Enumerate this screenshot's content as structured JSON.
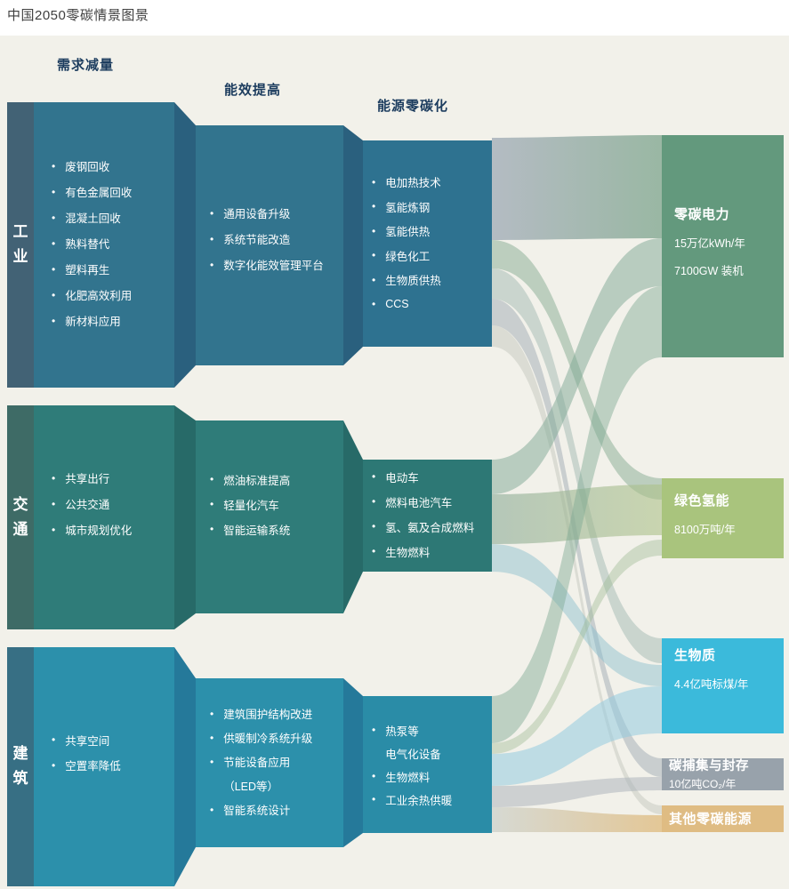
{
  "title": "中国2050零碳情景图景",
  "columns": {
    "demand": "需求减量",
    "efficiency": "能效提高",
    "zero_carbon": "能源零碳化"
  },
  "rows": [
    {
      "label": "工业",
      "demand": [
        "废钢回收",
        "有色金属回收",
        "混凝土回收",
        "熟料替代",
        "塑料再生",
        "化肥高效利用",
        "新材料应用"
      ],
      "efficiency": [
        "通用设备升级",
        "系统节能改造",
        "数字化能效管理平台"
      ],
      "zero_carbon": [
        "电加热技术",
        "氢能炼钢",
        "氢能供热",
        "绿色化工",
        "生物质供热",
        "CCS"
      ]
    },
    {
      "label": "交通",
      "demand": [
        "共享出行",
        "公共交通",
        "城市规划优化"
      ],
      "efficiency": [
        "燃油标准提高",
        "轻量化汽车",
        "智能运输系统"
      ],
      "zero_carbon": [
        "电动车",
        "燃料电池汽车",
        "氢、氨及合成燃料",
        "生物燃料"
      ]
    },
    {
      "label": "建筑",
      "demand": [
        "共享空间",
        "空置率降低"
      ],
      "efficiency": [
        "建筑围护结构改进",
        "供暖制冷系统升级",
        "节能设备应用",
        "（LED等）",
        "智能系统设计"
      ],
      "zero_carbon": [
        "热泵等",
        "电气化设备",
        "生物燃料",
        "工业余热供暖"
      ]
    }
  ],
  "outputs": [
    {
      "title": "零碳电力",
      "lines": [
        "15万亿kWh/年",
        "7100GW 装机"
      ]
    },
    {
      "title": "绿色氢能",
      "lines": [
        "8100万吨/年"
      ]
    },
    {
      "title": "生物质",
      "lines": [
        "4.4亿吨标煤/年"
      ]
    },
    {
      "title": "碳捕集与封存",
      "lines": [
        "10亿吨CO₂/年"
      ]
    },
    {
      "title": "其他零碳能源",
      "lines": []
    }
  ],
  "colors": {
    "background": "#f2f1ea",
    "industry": "#32748e",
    "industry_side": "#426275",
    "transport": "#2f7c79",
    "transport_side": "#3e6b66",
    "buildings": "#2c90ab",
    "buildings_side": "#376f84",
    "output_power": "#63997d",
    "output_hydrogen": "#a9c47d",
    "output_biomass": "#3bbadb",
    "output_ccs": "#98a2ab",
    "output_other": "#dfbc83",
    "header_text": "#1c3c5e"
  }
}
